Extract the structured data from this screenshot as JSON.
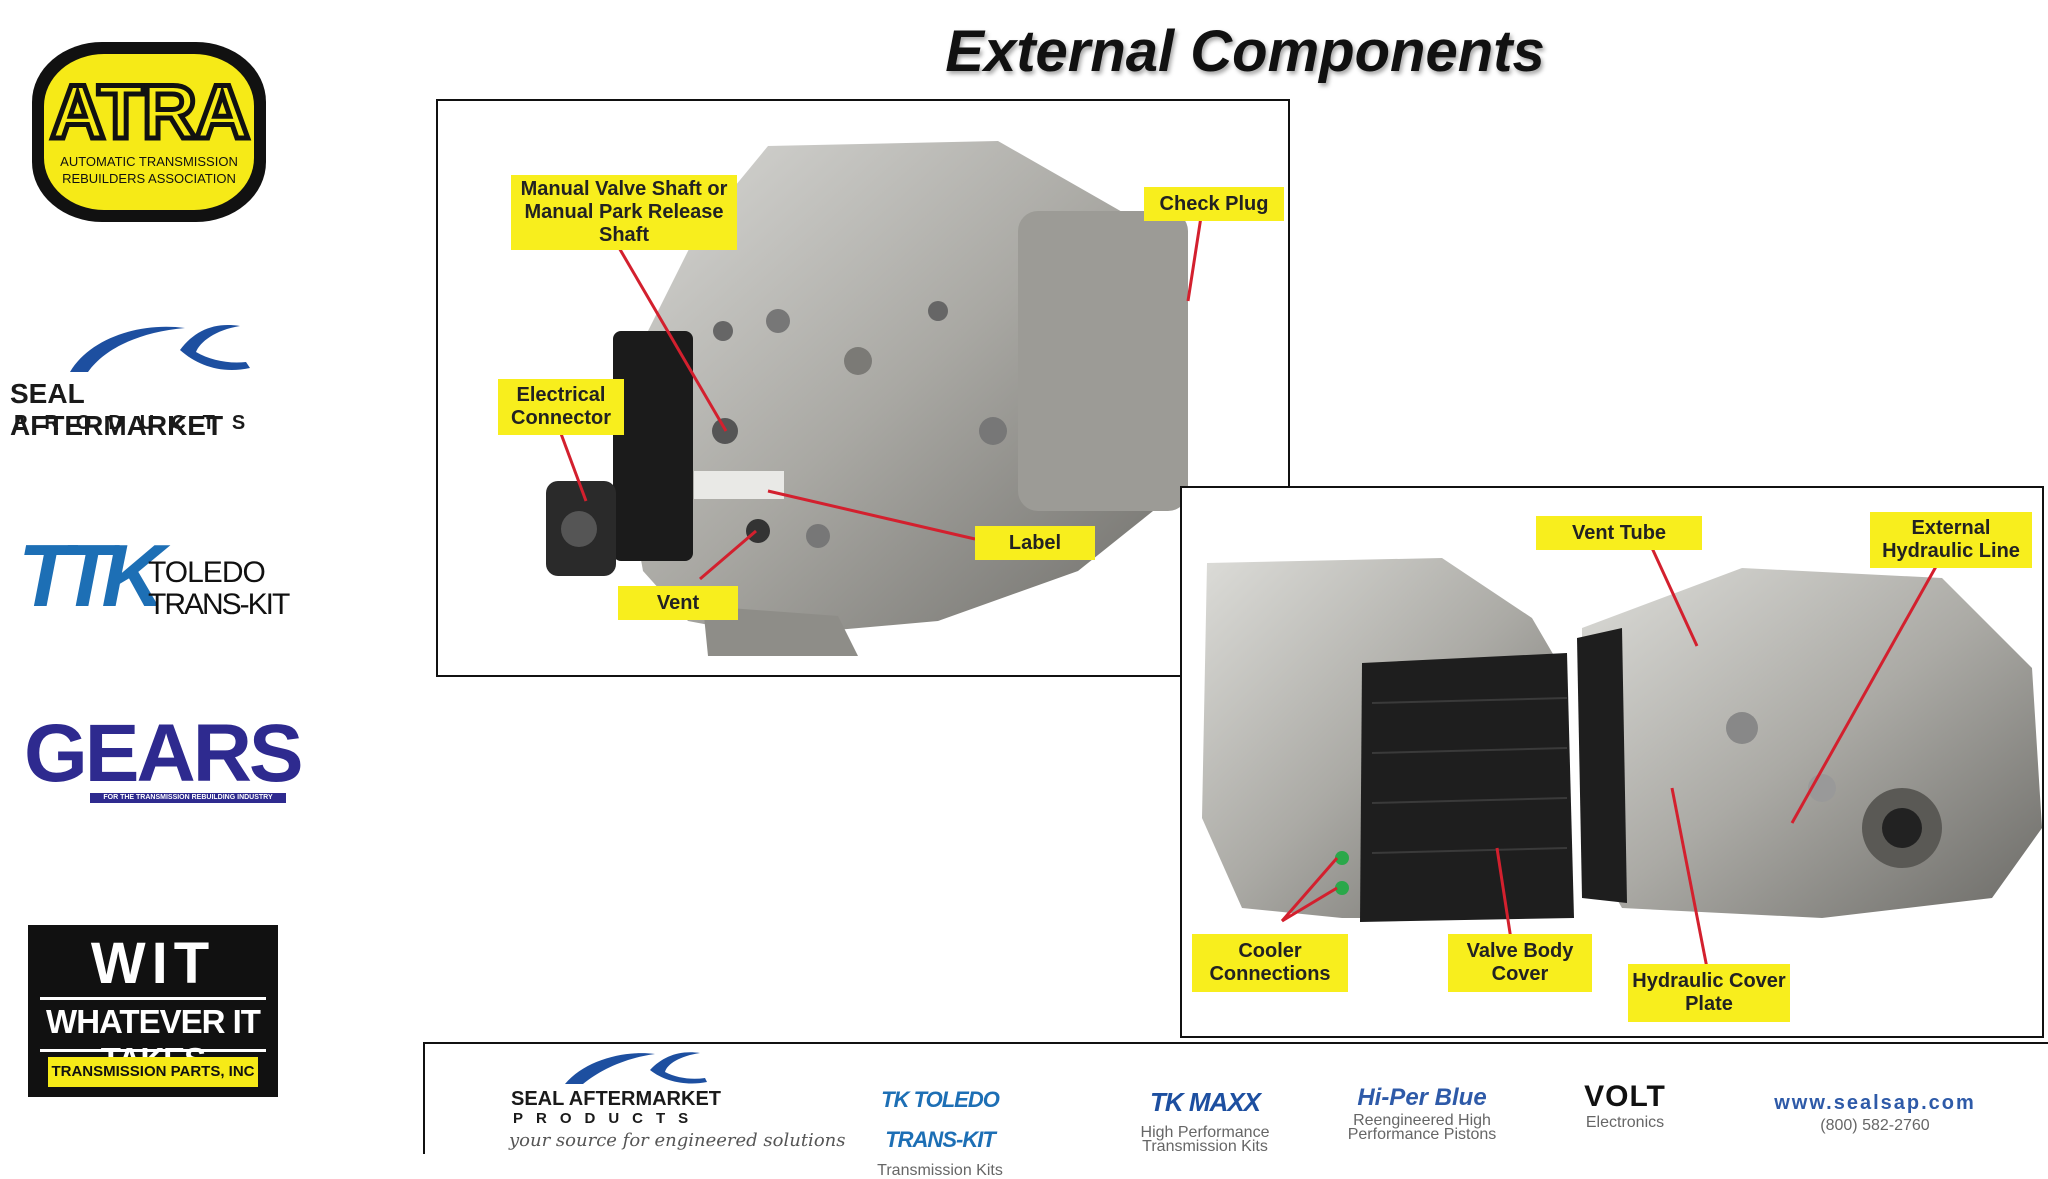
{
  "slide": {
    "title": "External Components"
  },
  "sidebar_logos": {
    "atra": {
      "word": "ATRA",
      "line1": "AUTOMATIC TRANSMISSION",
      "line2": "REBUILDERS ASSOCIATION"
    },
    "seal": {
      "name": "SEAL AFTERMARKET",
      "products": "PRODUCTS"
    },
    "ttk": {
      "mark": "TK",
      "line1": "TOLEDO",
      "line2": "TRANS-KIT"
    },
    "gears": {
      "word": "GEARS",
      "tagline": "FOR THE TRANSMISSION REBUILDING INDUSTRY"
    },
    "wit": {
      "word": "WIT",
      "slogan": "WHATEVER IT TAKES",
      "company": "TRANSMISSION PARTS, INC"
    }
  },
  "image_a": {
    "callouts": {
      "manual_valve": "Manual Valve Shaft or Manual Park Release Shaft",
      "check_plug": "Check Plug",
      "electrical": "Electrical Connector",
      "label": "Label",
      "vent": "Vent"
    }
  },
  "image_b": {
    "callouts": {
      "vent_tube": "Vent Tube",
      "external_hydraulic": "External Hydraulic Line",
      "cooler": "Cooler Connections",
      "valve_body": "Valve Body Cover",
      "hydraulic_cover": "Hydraulic Cover Plate"
    }
  },
  "footer": {
    "seal_name": "SEAL AFTERMARKET",
    "seal_products": "PRODUCTS",
    "seal_tagline": "your source for engineered solutions",
    "ttk_logo": "TK TOLEDO TRANS-KIT",
    "ttk_sub": "Transmission Kits",
    "maxx_logo": "TK MAXX",
    "maxx_sub1": "High Performance",
    "maxx_sub2": "Transmission Kits",
    "hiper_logo": "Hi-Per Blue",
    "hiper_sub1": "Reengineered High",
    "hiper_sub2": "Performance Pistons",
    "volt_logo": "VOLT",
    "volt_sub": "Electronics",
    "website": "www.sealsap.com",
    "phone": "(800) 582-2760"
  },
  "colors": {
    "callout_yellow": "#f8ee1d",
    "leader_red": "#d3202e",
    "atra_yellow": "#f6ea17",
    "ttk_blue": "#1d6fb5",
    "gears_navy": "#2e2a8f"
  }
}
